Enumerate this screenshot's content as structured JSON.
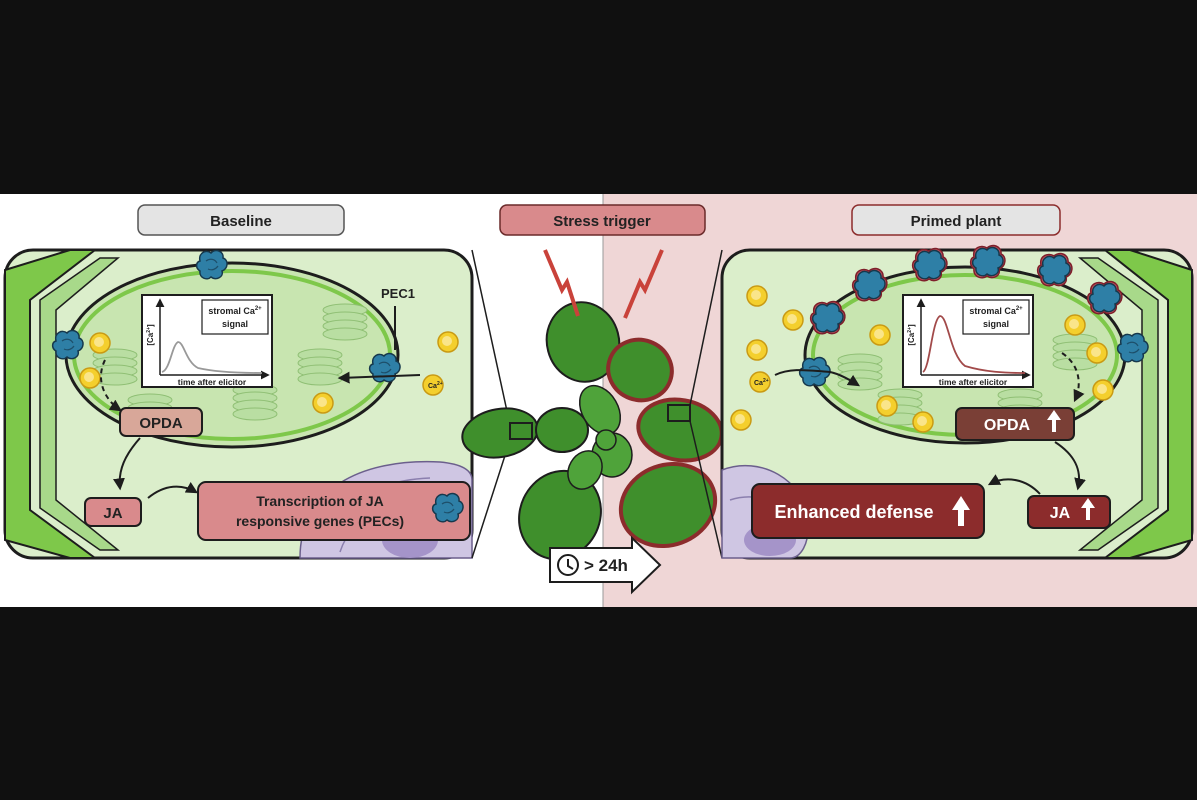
{
  "panels": {
    "baseline": "Baseline",
    "trigger": "Stress trigger",
    "primed": "Primed plant"
  },
  "inset": {
    "title_line1": "stromal Ca",
    "title_sup": "2+",
    "title_line2": "signal",
    "ylabel_main": "[Ca",
    "ylabel_sup": "2+",
    "ylabel_end": "]",
    "xlabel": "time after elicitor"
  },
  "labels": {
    "pec1": "PEC1",
    "ca_ion": "Ca",
    "ca_sup": "2+",
    "opda": "OPDA",
    "ja": "JA",
    "transcription_line1": "Transcription of JA",
    "transcription_line2": "responsive genes (PECs)",
    "enhanced_defense": "Enhanced defense",
    "time_arrow": "> 24h"
  },
  "colors": {
    "left_bg": "#ffffff",
    "right_bg": "#efd6d6",
    "cell_fill": "#dbeecb",
    "chloroplast_fill": "#c8e5b0",
    "outline": "#1d1d1d",
    "wall_green": "#7ec84a",
    "protein_blue": "#2e7fa6",
    "calcium_yellow": "#f4cf2d",
    "pink_box": "#d98a8c",
    "brown_box": "#7a3f36",
    "red_primed": "#8c2c2c",
    "leaf_green": "#3f8f2c",
    "bolt_red": "#c9423a"
  },
  "icons": [
    "clock-icon",
    "up-arrow-icon",
    "lightning-bolt-icon",
    "protein-icon",
    "calcium-ion-icon"
  ]
}
